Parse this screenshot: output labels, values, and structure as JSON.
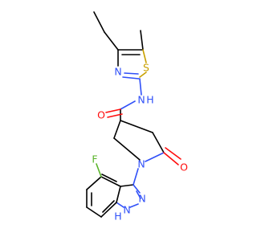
{
  "structure": {
    "atoms": {
      "S": "S",
      "N_thiazole": "N",
      "N_amide": "N",
      "H_amide": "H",
      "O_amide": "O",
      "N_pyrrolidine": "N",
      "O_lactam": "O",
      "F": "F",
      "N_indazole_3": "N",
      "N_indazole_1": "N",
      "H_indazole": "H"
    },
    "colors": {
      "carbon": "#000000",
      "nitrogen": "#3050f8",
      "oxygen": "#ff0d0d",
      "sulfur": "#c8a000",
      "fluorine": "#5ab42a"
    }
  }
}
